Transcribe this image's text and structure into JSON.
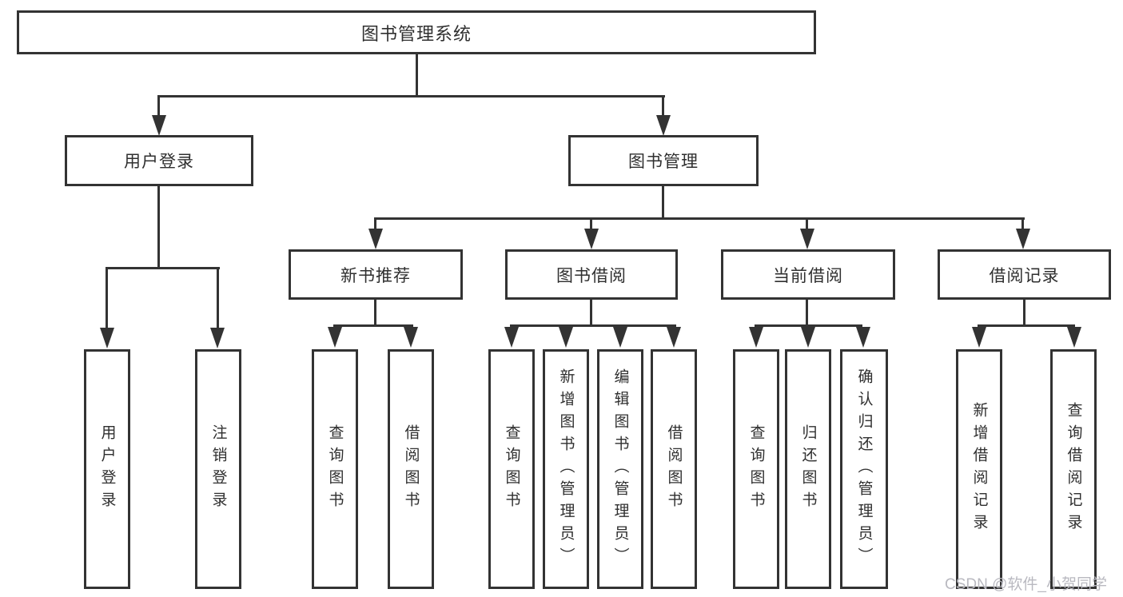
{
  "diagram": {
    "title": "图书管理系统",
    "nodes": {
      "root": "图书管理系统",
      "userLogin": "用户登录",
      "bookMgmt": "图书管理",
      "newBooks": "新书推荐",
      "bookBorrow": "图书借阅",
      "currentBorrow": "当前借阅",
      "borrowRecords": "借阅记录",
      "ulUserLogin": "用户登录",
      "ulLogout": "注销登录",
      "nbQueryBooks": "查询图书",
      "nbBorrowBooks": "借阅图书",
      "bbQueryBooks": "查询图书",
      "bbAddBooks": "新增图书（管理员）",
      "bbEditBooks": "编辑图书（管理员）",
      "bbBorrowBooks": "借阅图书",
      "cbQueryBooks": "查询图书",
      "cbReturnBooks": "归还图书",
      "cbConfirmReturn": "确认归还（管理员）",
      "brAddRecord": "新增借阅记录",
      "brQueryRecord": "查询借阅记录"
    },
    "colors": {
      "line": "#333333",
      "text": "#2f2f2f",
      "background": "#ffffff",
      "watermark": "#b9b9c0"
    }
  },
  "watermark": {
    "text": "CSDN @软件_小贺同学"
  }
}
